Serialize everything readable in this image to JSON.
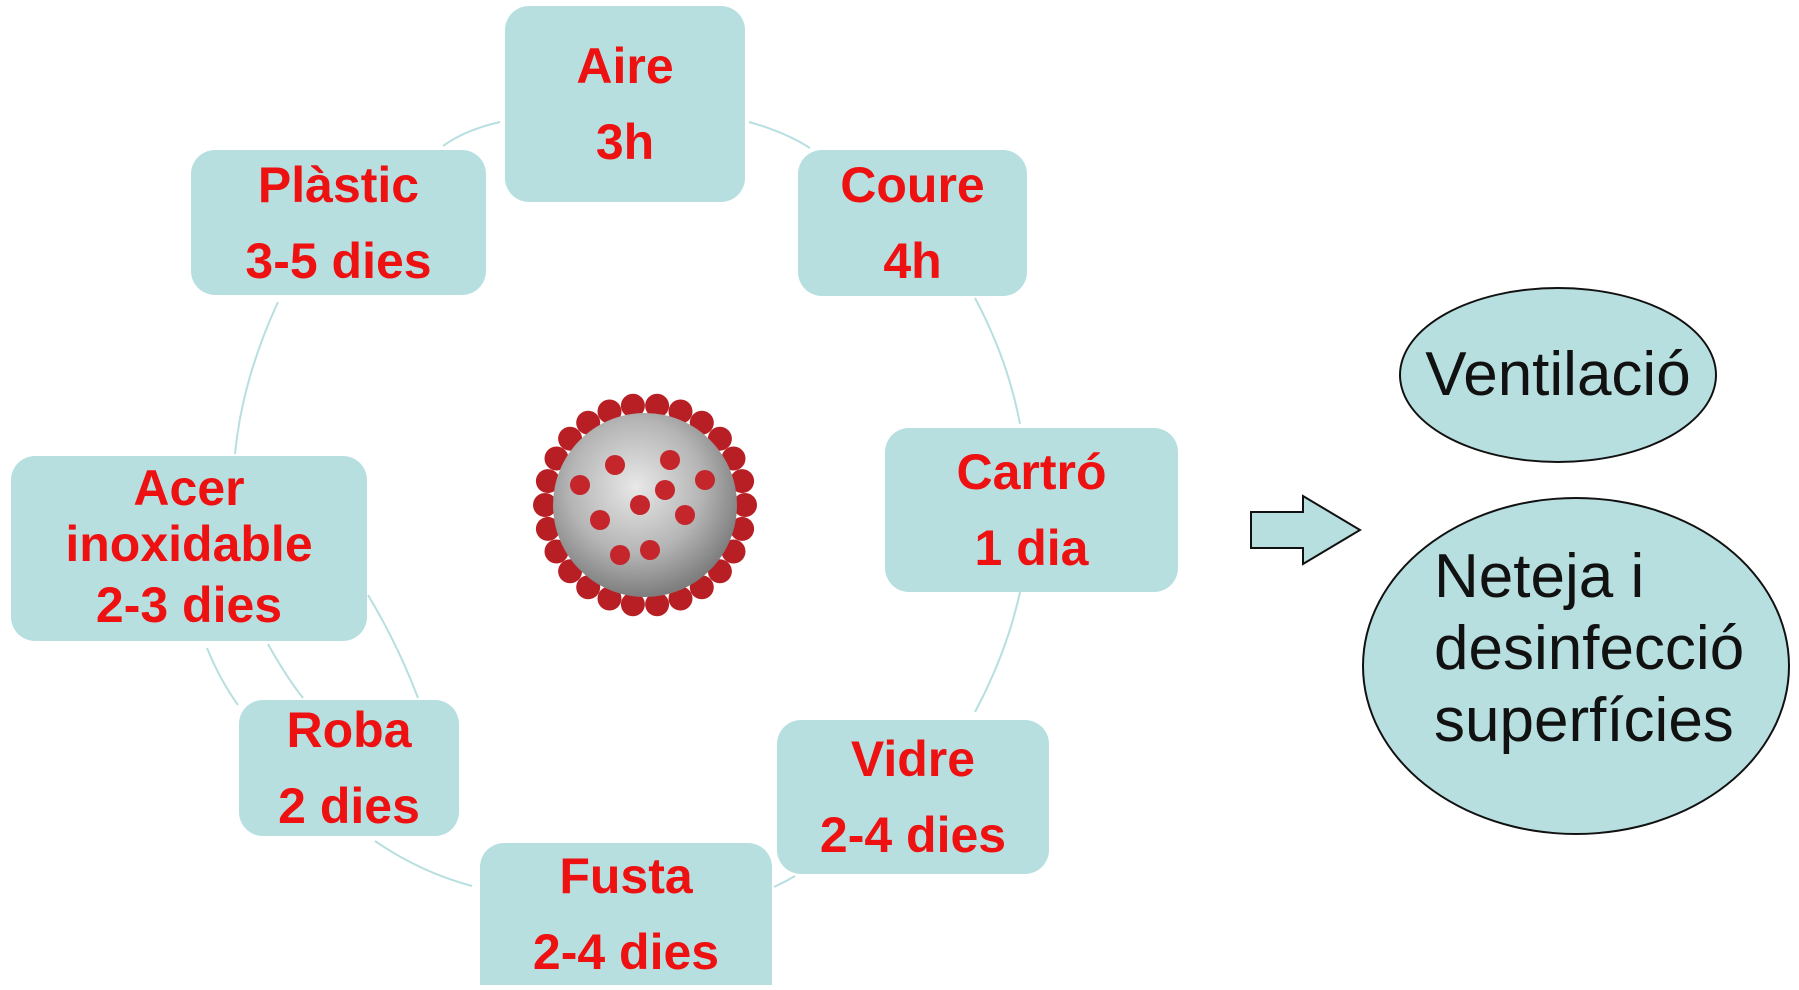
{
  "colors": {
    "box_fill": "#b8dfe0",
    "box_text": "#ee1111",
    "ring": "#b8dfe0",
    "oval_text": "#111111"
  },
  "surfaces": [
    {
      "name": "Aire",
      "duration": "3h"
    },
    {
      "name": "Coure",
      "duration": "4h"
    },
    {
      "name": "Cartró",
      "duration": "1 dia"
    },
    {
      "name": "Vidre",
      "duration": "2-4 dies"
    },
    {
      "name": "Fusta",
      "duration": "2-4 dies"
    },
    {
      "name": "Roba",
      "duration": "2 dies"
    },
    {
      "name_lines": [
        "Acer",
        "inoxidable"
      ],
      "duration": "2-3 dies"
    },
    {
      "name": "Plàstic",
      "duration": "3-5 dies"
    }
  ],
  "center_image": "coronavirus-icon",
  "arrow_icon": "right-arrow-icon",
  "measures": {
    "ventilation": "Ventilació",
    "cleaning_lines": [
      "Neteja i",
      "desinfecció",
      "superfícies"
    ]
  }
}
